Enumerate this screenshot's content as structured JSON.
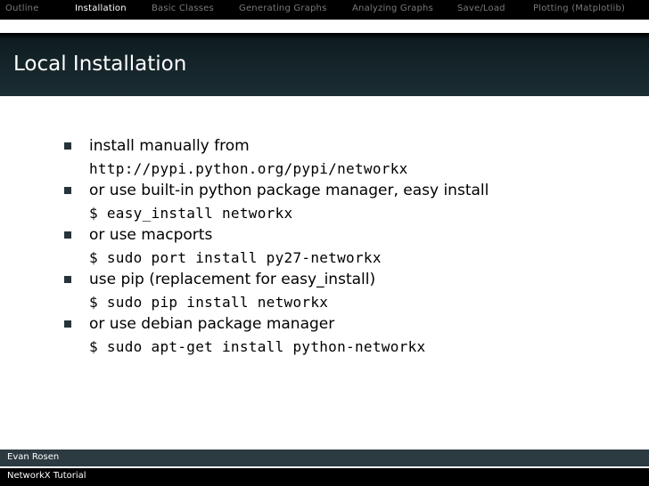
{
  "nav": {
    "items": [
      "Outline",
      "Installation",
      "Basic Classes",
      "Generating Graphs",
      "Analyzing Graphs",
      "Save/Load",
      "Plotting (Matplotlib)"
    ],
    "active_index": 1
  },
  "slide": {
    "title": "Local Installation",
    "items": [
      {
        "text": "install manually from",
        "code": "http://pypi.python.org/pypi/networkx"
      },
      {
        "text": "or use built-in python package manager, easy install",
        "code": "$ easy_install networkx"
      },
      {
        "text": "or use macports",
        "code": "$ sudo port install py27-networkx"
      },
      {
        "text": "use pip (replacement for easy_install)",
        "code": "$ sudo pip install networkx"
      },
      {
        "text": "or use debian package manager",
        "code": "$ sudo apt-get install python-networkx"
      }
    ]
  },
  "footer": {
    "author": "Evan Rosen",
    "talk": "NetworkX Tutorial"
  },
  "colors": {
    "nav_bg": "#000000",
    "title_bg": "#1b2e34",
    "bullet": "#26343a",
    "footer_author_bg": "#2c3b41",
    "footer_talk_bg": "#000000"
  }
}
